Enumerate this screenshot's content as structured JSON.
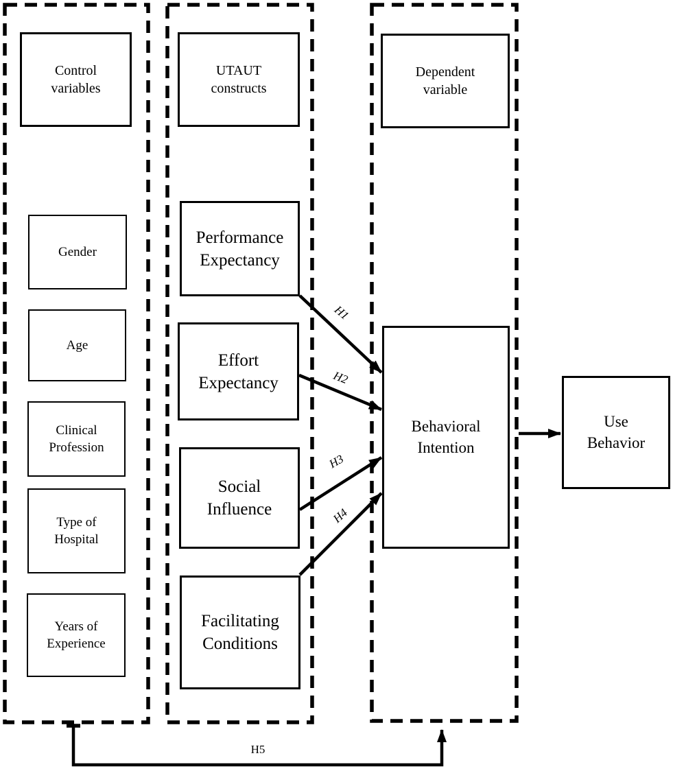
{
  "groups": {
    "control": {
      "header_lines": [
        "Control",
        "variables"
      ],
      "items": [
        {
          "lines": [
            "Gender"
          ]
        },
        {
          "lines": [
            "Age"
          ]
        },
        {
          "lines": [
            "Clinical",
            "Profession"
          ]
        },
        {
          "lines": [
            "Type of",
            "Hospital"
          ]
        },
        {
          "lines": [
            "Years of",
            "Experience"
          ]
        }
      ]
    },
    "utaut": {
      "header_lines": [
        "UTAUT",
        "constructs"
      ],
      "items": [
        {
          "lines": [
            "Performance",
            "Expectancy"
          ]
        },
        {
          "lines": [
            "Effort",
            "Expectancy"
          ]
        },
        {
          "lines": [
            "Social",
            "Influence"
          ]
        },
        {
          "lines": [
            "Facilitating",
            "Conditions"
          ]
        }
      ]
    },
    "dependent": {
      "header_lines": [
        "Dependent",
        "variable"
      ],
      "items": [
        {
          "lines": [
            "Behavioral",
            "Intention"
          ]
        }
      ]
    }
  },
  "outcome": {
    "lines": [
      "Use",
      "Behavior"
    ]
  },
  "hypotheses": [
    {
      "id": "H1"
    },
    {
      "id": "H2"
    },
    {
      "id": "H3"
    },
    {
      "id": "H4"
    },
    {
      "id": "H5"
    }
  ],
  "colors": {
    "line": "#000000",
    "background": "#ffffff"
  }
}
